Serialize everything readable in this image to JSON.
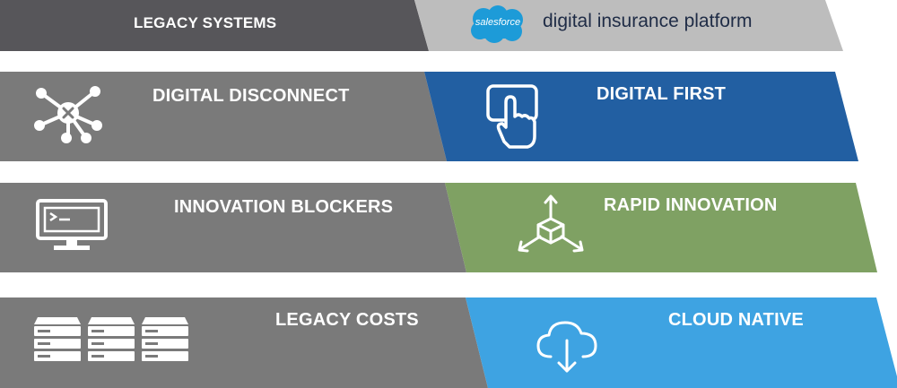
{
  "rows": [
    {
      "left_label": "LEGACY SYSTEMS",
      "right_label": "digital insurance platform",
      "logo_text": "salesforce"
    },
    {
      "left_label": "DIGITAL DISCONNECT",
      "right_label": "DIGITAL FIRST"
    },
    {
      "left_label": "INNOVATION BLOCKERS",
      "right_label": "RAPID INNOVATION"
    },
    {
      "left_label": "LEGACY COSTS",
      "right_label": "CLOUD NATIVE"
    }
  ],
  "colors": {
    "dark_gray": "#57565a",
    "light_gray": "#bdbdbd",
    "mid_gray": "#7a7a7a",
    "blue": "#225fa2",
    "green": "#7fa163",
    "sky": "#3ea3e2",
    "salesforce_blue": "#1d9bd8"
  },
  "icons": [
    "network-disconnect-icon",
    "touch-screen-icon",
    "monitor-terminal-icon",
    "cube-axes-icon",
    "server-racks-icon",
    "cloud-download-icon",
    "salesforce-cloud-logo"
  ]
}
